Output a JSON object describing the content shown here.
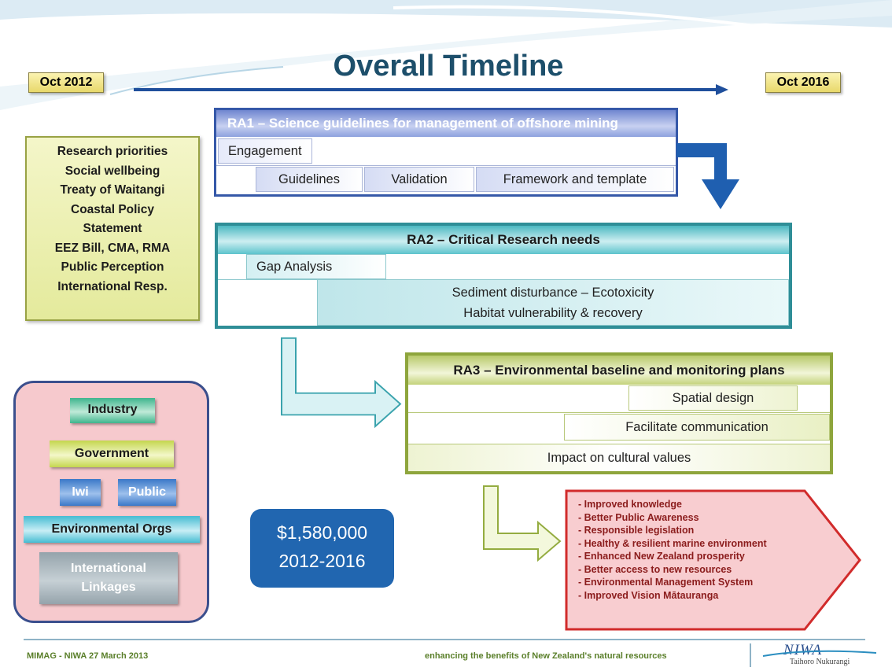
{
  "title": "Overall Timeline",
  "timeline": {
    "start": "Oct 2012",
    "end": "Oct 2016"
  },
  "drivers": [
    "Research priorities",
    "Social wellbeing",
    "Treaty of Waitangi",
    "Coastal Policy",
    "Statement",
    "EEZ Bill, CMA, RMA",
    "Public Perception",
    "International Resp."
  ],
  "ra1": {
    "heading": "RA1 – Science guidelines for management of offshore mining",
    "tasks": [
      "Engagement",
      "Guidelines",
      "Validation",
      "Framework and template"
    ]
  },
  "ra2": {
    "heading": "RA2 – Critical Research needs",
    "tasks": [
      "Gap Analysis",
      "Sediment disturbance – Ecotoxicity",
      "Habitat vulnerability & recovery"
    ]
  },
  "ra3": {
    "heading": "RA3 – Environmental baseline and monitoring plans",
    "tasks": [
      "Spatial design",
      "Facilitate communication",
      "Impact on cultural values"
    ]
  },
  "stakeholders": {
    "industry": "Industry",
    "government": "Government",
    "iwi": "Iwi",
    "public": "Public",
    "env": "Environmental Orgs",
    "intl1": "International",
    "intl2": "Linkages"
  },
  "funding": {
    "amount": "$1,580,000",
    "period": "2012-2016"
  },
  "outcomes": [
    "Improved knowledge",
    "Better Public Awareness",
    "Responsible legislation",
    "Healthy & resilient marine environment",
    "Enhanced New Zealand prosperity",
    "Better access to new resources",
    "Environmental Management System",
    "Improved Vision Mātauranga"
  ],
  "footer": {
    "left": "MIMAG - NIWA 27 March 2013",
    "center": "enhancing the benefits of New Zealand's natural resources",
    "logo": "NIWA",
    "logo_sub": "Taihoro Nukurangi"
  },
  "colors": {
    "ra1": "#3558a8",
    "ra2": "#2f8e97",
    "ra3": "#8ea53c",
    "funding": "#2166b0",
    "outcomes_fill": "#f8cdd0",
    "outcomes_border": "#d12b2b"
  }
}
